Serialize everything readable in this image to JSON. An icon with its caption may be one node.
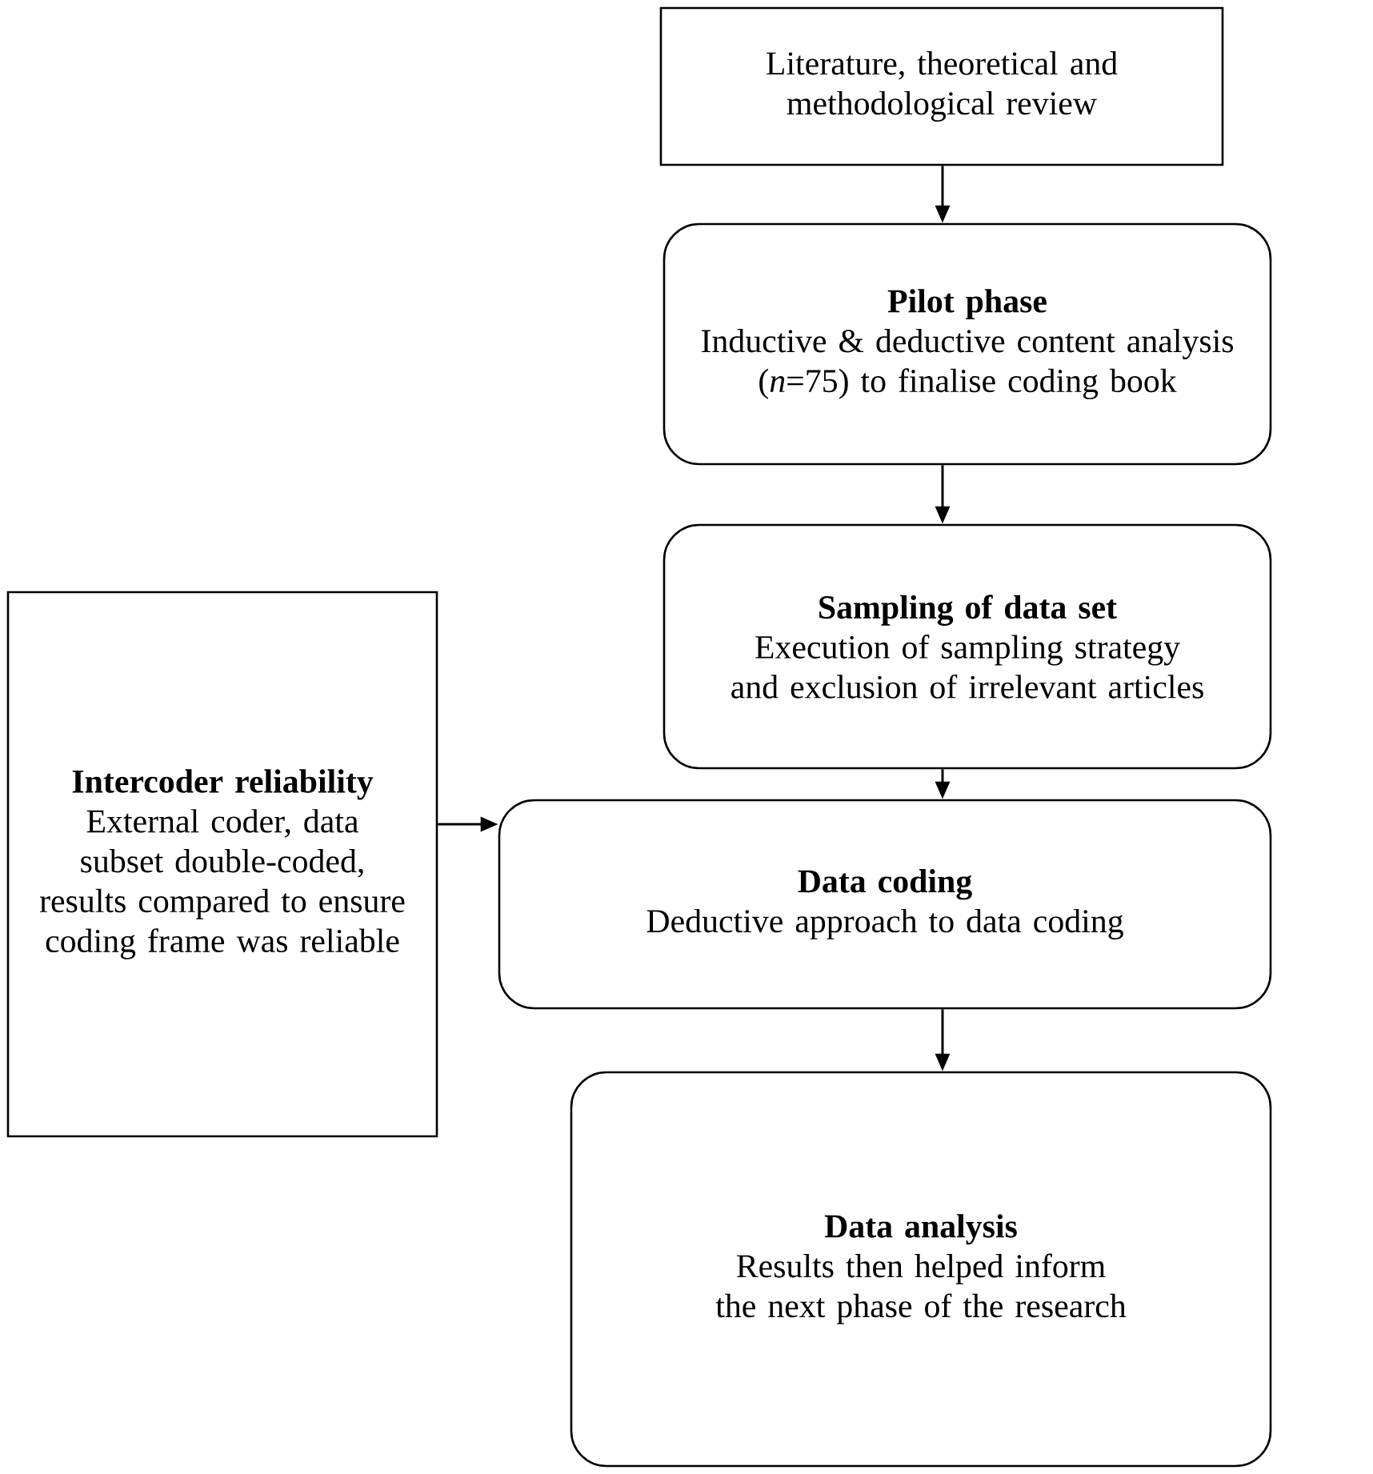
{
  "diagram": {
    "nodes": [
      {
        "text": [
          "Literature, theoretical and methodological review"
        ]
      },
      {
        "text": [
          "Pilot phase",
          "Inductive & deductive content analysis (*n*=75) to finalise coding book"
        ]
      },
      {
        "text": [
          "Sampling of data set",
          "Execution of sampling strategy and exclusion of irrelevant articles"
        ]
      },
      {
        "text": [
          "Intercoder reliability",
          "External coder, data subset double-coded, results compared to ensure coding frame was reliable"
        ]
      },
      {
        "text": [
          "Data coding",
          "Deductive approach to data coding"
        ]
      },
      {
        "text": [
          "Data analysis",
          "Results then helped inform the next phase of the research"
        ]
      }
    ],
    "edges": [
      {
        "from": 0,
        "to": 1,
        "arrow": "to"
      },
      {
        "from": 1,
        "to": 2,
        "arrow": "to"
      },
      {
        "from": 2,
        "to": 4,
        "arrow": "to"
      },
      {
        "from": 3,
        "to": 4,
        "arrow": "to"
      },
      {
        "from": 4,
        "to": 5,
        "arrow": "to"
      }
    ]
  }
}
